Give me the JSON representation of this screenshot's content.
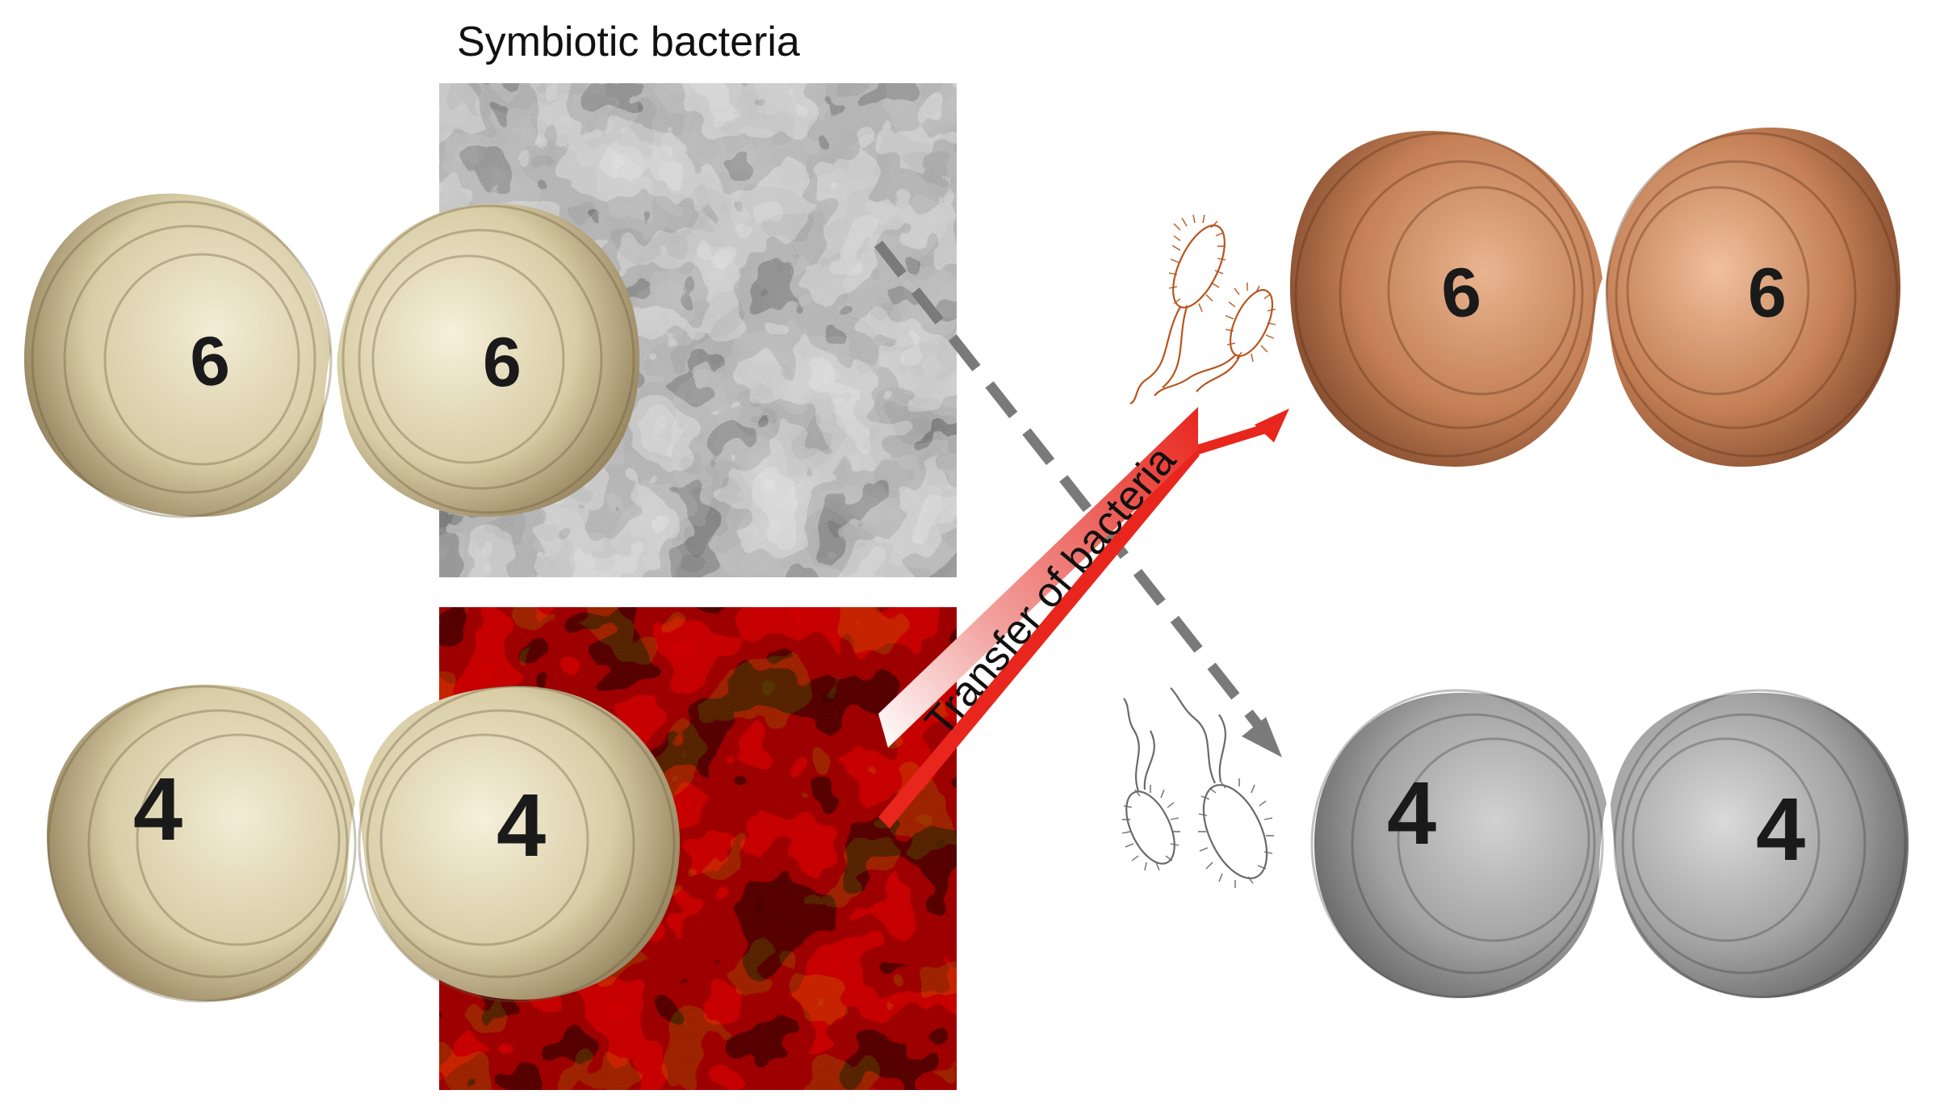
{
  "title": "Symbiotic bacteria",
  "arrow_label": "Transfer of bacteria",
  "shells": [
    {
      "id": "top-left",
      "number": "6",
      "tone": "natural"
    },
    {
      "id": "bottom-left",
      "number": "4",
      "tone": "natural"
    },
    {
      "id": "top-right",
      "number": "6",
      "tone": "copper"
    },
    {
      "id": "bottom-right",
      "number": "4",
      "tone": "grey"
    }
  ],
  "micrographs": [
    {
      "id": "top",
      "tone": "grayscale"
    },
    {
      "id": "bottom",
      "tone": "red"
    }
  ],
  "colors": {
    "arrow_red": "#e8261d",
    "dashed_arrow": "#7a7a7a",
    "bacteria_copper": "#b8541e",
    "bacteria_grey": "#6a6a6a",
    "shell_natural": "#d9cfa8",
    "shell_copper": "#c9835a",
    "shell_grey": "#a0a0a0"
  }
}
